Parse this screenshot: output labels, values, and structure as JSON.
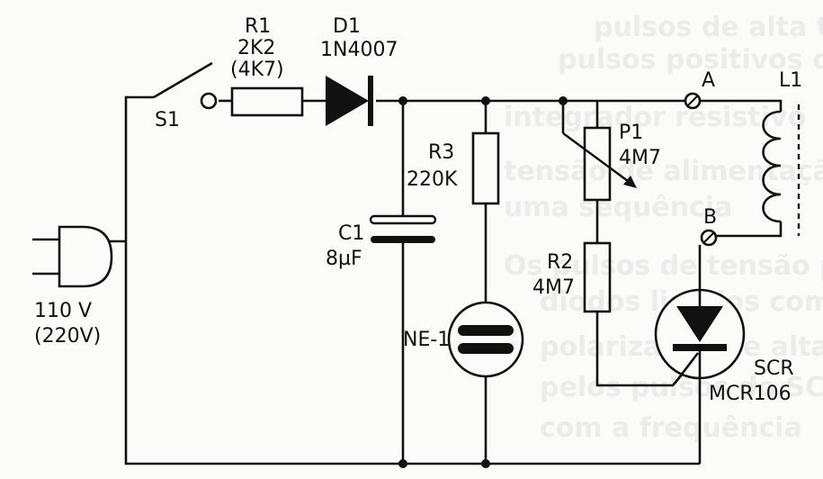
{
  "background_text": [
    "pulsos de alta tensão que",
    "pulsos positivos que podem",
    "integrador resistivo",
    "tensão de alimentação",
    "uma sequência",
    "Os pulsos de tensão produzidos",
    "diodos ligados com a tensão",
    "polarização de alta",
    "pelos pulsos do SCR",
    "com a frequência"
  ],
  "components": {
    "s1": {
      "ref": "S1"
    },
    "r1": {
      "ref": "R1",
      "value": "2K2",
      "alt": "(4K7)"
    },
    "d1": {
      "ref": "D1",
      "value": "1N4007"
    },
    "c1": {
      "ref": "C1",
      "value": "8µF"
    },
    "r3": {
      "ref": "R3",
      "value": "220K"
    },
    "ne1": {
      "ref": "NE-1"
    },
    "p1": {
      "ref": "P1",
      "value": "4M7"
    },
    "r2": {
      "ref": "R2",
      "value": "4M7"
    },
    "scr": {
      "ref": "SCR",
      "value": "MCR106"
    },
    "l1": {
      "ref": "L1"
    },
    "terminal_a": {
      "label": "A"
    },
    "terminal_b": {
      "label": "B"
    },
    "plug": {
      "voltage": "110 V",
      "alt": "(220V)"
    }
  },
  "colors": {
    "ink": "#111111",
    "paper": "#fbfbf9",
    "ghost": "#ececec"
  }
}
